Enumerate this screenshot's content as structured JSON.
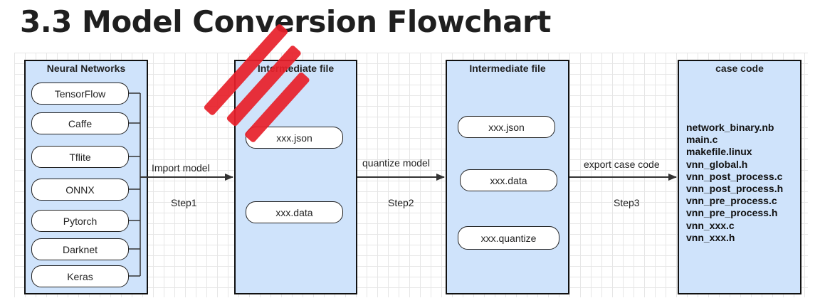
{
  "heading": {
    "title": "3.3 Model Conversion Flowchart"
  },
  "panels": {
    "neural_networks": {
      "title": "Neural Networks",
      "items": [
        "TensorFlow",
        "Caffe",
        "Tflite",
        "ONNX",
        "Pytorch",
        "Darknet",
        "Keras"
      ]
    },
    "intermediate_1": {
      "title": "Intermediate file",
      "items": [
        "xxx.json",
        "xxx.data"
      ]
    },
    "intermediate_2": {
      "title": "Intermediate file",
      "items": [
        "xxx.json",
        "xxx.data",
        "xxx.quantize"
      ]
    },
    "case_code": {
      "title": "case code",
      "files": [
        "network_binary.nb",
        "main.c",
        "makefile.linux",
        "vnn_global.h",
        "vnn_post_process.c",
        "vnn_post_process.h",
        "vnn_pre_process.c",
        "vnn_pre_process.h",
        "vnn_xxx.c",
        "vnn_xxx.h"
      ]
    }
  },
  "steps": [
    {
      "action": "Import model",
      "step": "Step1"
    },
    {
      "action": "quantize model",
      "step": "Step2"
    },
    {
      "action": "export case code",
      "step": "Step3"
    }
  ],
  "colors": {
    "panel_fill": "#cfe3fb",
    "watermark": "#e8202a"
  }
}
